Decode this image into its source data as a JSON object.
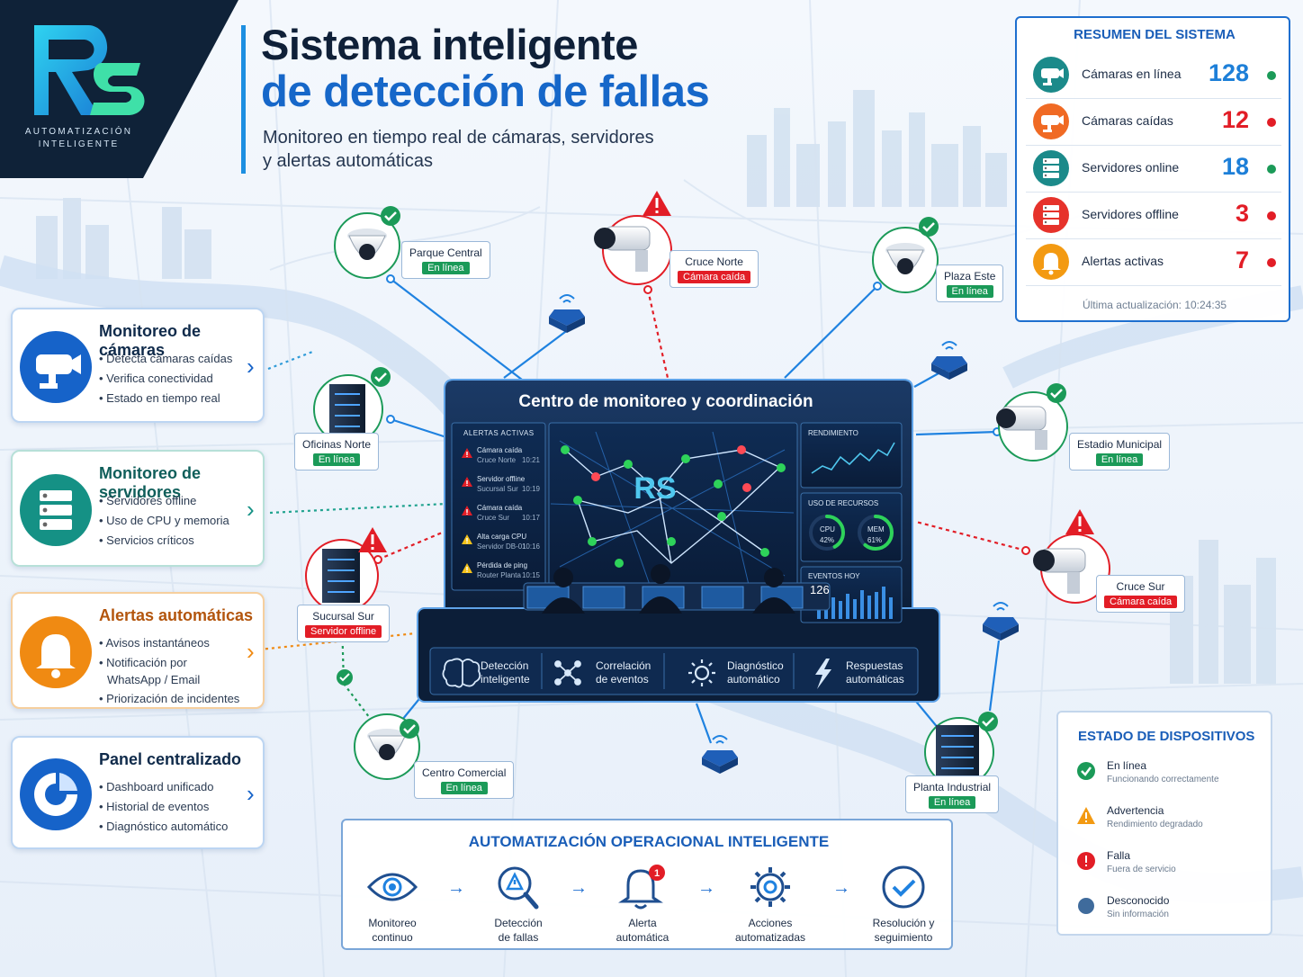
{
  "brand": {
    "logo_text": "RS",
    "tagline_1": "AUTOMATIZACIÓN",
    "tagline_2": "INTELIGENTE"
  },
  "header": {
    "title_line1": "Sistema inteligente",
    "title_line2": "de detección de fallas",
    "subtitle_line1": "Monitoreo en tiempo real de cámaras, servidores",
    "subtitle_line2": "y alertas automáticas"
  },
  "colors": {
    "accent": "#1667c9",
    "ok": "#1b9a58",
    "fail": "#e21d26",
    "warning": "#f39a12",
    "dark_navy": "#0f2238"
  },
  "summary": {
    "title": "RESUMEN DEL SISTEMA",
    "rows": [
      {
        "label": "Cámaras en línea",
        "value": "128",
        "value_color": "#1d7fd8",
        "dot_color": "#1b9a58",
        "icon_bg": "#1b8a8a",
        "icon": "camera-icon"
      },
      {
        "label": "Cámaras caídas",
        "value": "12",
        "value_color": "#e21d26",
        "dot_color": "#e21d26",
        "icon_bg": "#f06a24",
        "icon": "camera-icon"
      },
      {
        "label": "Servidores online",
        "value": "18",
        "value_color": "#1d7fd8",
        "dot_color": "#1b9a58",
        "icon_bg": "#1b8a8a",
        "icon": "server-icon"
      },
      {
        "label": "Servidores offline",
        "value": "3",
        "value_color": "#e21d26",
        "dot_color": "#e21d26",
        "icon_bg": "#e6322b",
        "icon": "server-icon"
      },
      {
        "label": "Alertas activas",
        "value": "7",
        "value_color": "#e21d26",
        "dot_color": "#e21d26",
        "icon_bg": "#f39a12",
        "icon": "bell-icon"
      }
    ],
    "footer": "Última actualización: 10:24:35"
  },
  "features": [
    {
      "title": "Monitoreo de cámaras",
      "title_color": "#0f2a4a",
      "icon": "camera-icon",
      "icon_color": "#1663c9",
      "items": [
        "Detecta cámaras caídas",
        "Verifica conectividad",
        "Estado en tiempo real"
      ]
    },
    {
      "title": "Monitoreo de servidores",
      "title_color": "#0f5e5a",
      "icon": "server-icon",
      "icon_color": "#159185",
      "items": [
        "Servidores offline",
        "Uso de CPU y memoria",
        "Servicios críticos"
      ]
    },
    {
      "title": "Alertas automáticas",
      "title_color": "#b3550d",
      "icon": "bell-icon",
      "icon_color": "#f08a12",
      "items": [
        "Avisos instantáneos",
        "Notificación por",
        "WhatsApp / Email",
        "Priorización de incidentes"
      ]
    },
    {
      "title": "Panel centralizado",
      "title_color": "#0f2a4a",
      "icon": "dashboard-icon",
      "icon_color": "#1663c9",
      "items": [
        "Dashboard unificado",
        "Historial de eventos",
        "Diagnóstico automático"
      ]
    }
  ],
  "devices": [
    {
      "name": "Parque Central",
      "status": "En línea",
      "ok": true
    },
    {
      "name": "Cruce Norte",
      "status": "Cámara caída",
      "ok": false
    },
    {
      "name": "Plaza Este",
      "status": "En línea",
      "ok": true
    },
    {
      "name": "Oficinas Norte",
      "status": "En línea",
      "ok": true
    },
    {
      "name": "Estadio Municipal",
      "status": "En línea",
      "ok": true
    },
    {
      "name": "Sucursal Sur",
      "status": "Servidor offline",
      "ok": false
    },
    {
      "name": "Cruce Sur",
      "status": "Cámara caída",
      "ok": false
    },
    {
      "name": "Centro Comercial",
      "status": "En línea",
      "ok": true
    },
    {
      "name": "Planta Industrial",
      "status": "En línea",
      "ok": true
    }
  ],
  "center": {
    "title": "Centro de monitoreo y coordinación",
    "alerts_title": "ALERTAS ACTIVAS",
    "alerts": [
      {
        "title": "Cámara caída",
        "place": "Cruce Norte",
        "time": "10:21",
        "level": "fail"
      },
      {
        "title": "Servidor offline",
        "place": "Sucursal Sur",
        "time": "10:19",
        "level": "fail"
      },
      {
        "title": "Cámara caída",
        "place": "Cruce Sur",
        "time": "10:17",
        "level": "fail"
      },
      {
        "title": "Alta carga CPU",
        "place": "Servidor DB-01",
        "time": "10:16",
        "level": "warn"
      },
      {
        "title": "Pérdida de ping",
        "place": "Router Planta",
        "time": "10:15",
        "level": "warn"
      }
    ],
    "performance_title": "RENDIMIENTO",
    "resources_title": "USO DE RECURSOS",
    "cpu_label": "CPU",
    "cpu_value": "42%",
    "cpu_fraction": 0.42,
    "mem_label": "MEM",
    "mem_value": "61%",
    "mem_fraction": 0.61,
    "events_title": "EVENTOS HOY",
    "events_value": "126",
    "bottom_features": [
      {
        "line1": "Detección",
        "line2": "inteligente",
        "icon": "brain-icon"
      },
      {
        "line1": "Correlación",
        "line2": "de eventos",
        "icon": "network-icon"
      },
      {
        "line1": "Diagnóstico",
        "line2": "automático",
        "icon": "gear-icon"
      },
      {
        "line1": "Respuestas",
        "line2": "automáticas",
        "icon": "lightning-icon"
      }
    ]
  },
  "automation": {
    "title": "AUTOMATIZACIÓN OPERACIONAL INTELIGENTE",
    "steps": [
      {
        "line1": "Monitoreo",
        "line2": "continuo",
        "icon": "eye-icon"
      },
      {
        "line1": "Detección",
        "line2": "de fallas",
        "icon": "search-warning-icon"
      },
      {
        "line1": "Alerta",
        "line2": "automática",
        "icon": "bell-icon",
        "badge": "1"
      },
      {
        "line1": "Acciones",
        "line2": "automatizadas",
        "icon": "gear-icon"
      },
      {
        "line1": "Resolución y",
        "line2": "seguimiento",
        "icon": "check-icon"
      }
    ]
  },
  "legend": {
    "title": "ESTADO DE DISPOSITIVOS",
    "items": [
      {
        "label": "En línea",
        "desc": "Funcionando correctamente",
        "icon": "check-circle-icon",
        "color": "#1b9a58"
      },
      {
        "label": "Advertencia",
        "desc": "Rendimiento degradado",
        "icon": "warning-icon",
        "color": "#f39a12"
      },
      {
        "label": "Falla",
        "desc": "Fuera de servicio",
        "icon": "error-icon",
        "color": "#e21d26"
      },
      {
        "label": "Desconocido",
        "desc": "Sin información",
        "icon": "unknown-icon",
        "color": "#3f6b9c"
      }
    ]
  }
}
